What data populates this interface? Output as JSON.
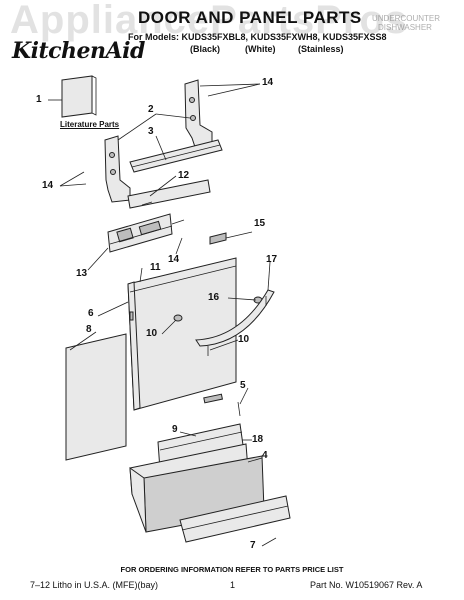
{
  "header": {
    "title": "DOOR AND PANEL PARTS",
    "brand": "KitchenAid",
    "models_line": "For Models: KUDS35FXBL8, KUDS35FXWH8, KUDS35FXSS8",
    "color_black": "(Black)",
    "color_white": "(White)",
    "color_stainless": "(Stainless)"
  },
  "watermark": {
    "site": "AppliancePartsPros",
    "corner_line1": "UNDERCOUNTER",
    "corner_line2": "DISHWASHER"
  },
  "literature_label": "Literature Parts",
  "callouts": {
    "c1": "1",
    "c2": "2",
    "c3": "3",
    "c4": "4",
    "c5": "5",
    "c6": "6",
    "c7": "7",
    "c8": "8",
    "c9": "9",
    "c10a": "10",
    "c10b": "10",
    "c11": "11",
    "c12": "12",
    "c13": "13",
    "c14a": "14",
    "c14b": "14",
    "c14c": "14",
    "c15": "15",
    "c16": "16",
    "c17": "17",
    "c18": "18"
  },
  "footer": {
    "ordering_note": "FOR ORDERING INFORMATION REFER TO PARTS PRICE LIST",
    "print_info": "7–12 Litho in U.S.A. (MFE)(bay)",
    "page_number": "1",
    "part_number": "Part No. W10519067 Rev. A"
  }
}
